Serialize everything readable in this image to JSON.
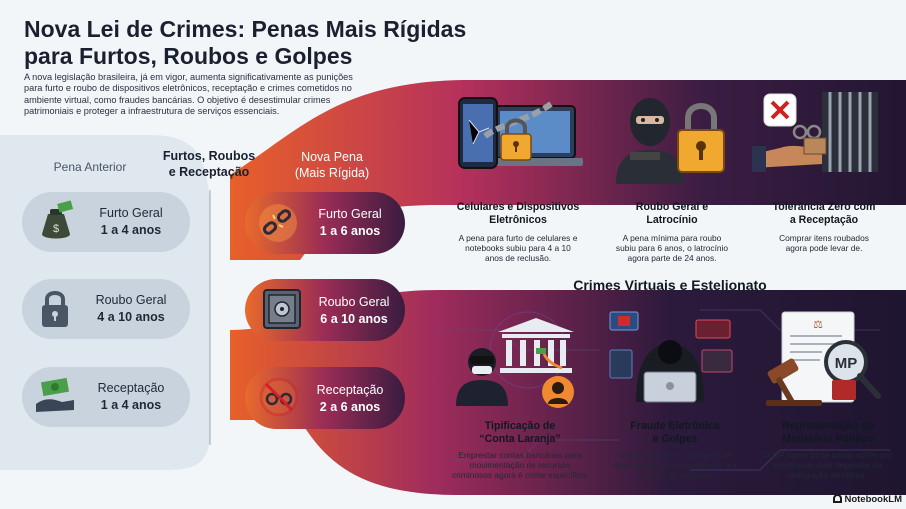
{
  "header": {
    "title_line1": "Nova Lei de Crimes: Penas Mais Rígidas",
    "title_line2": "para Furtos, Roubos e Golpes",
    "intro": "A nova legislação brasileira, já em vigor, aumenta significativamente as punições para furto e roubo de dispositivos eletrônicos, receptação e crimes cometidos no ambiente virtual, como fraudes bancárias. O objetivo é desestimular crimes patrimoniais e proteger a infraestrutura de serviços essenciais."
  },
  "columns": {
    "old_header": "Pena Anterior",
    "mid_header_line1": "Furtos, Roubos",
    "mid_header_line2": "e Receptação",
    "new_header_line1": "Nova Pena",
    "new_header_line2": "(Mais Rígida)"
  },
  "old_penalties": [
    {
      "label": "Furto Geral",
      "value": "1 a 4 anos",
      "icon": "money-bag-icon"
    },
    {
      "label": "Roubo Geral",
      "value": "4 a 10 anos",
      "icon": "padlock-icon"
    },
    {
      "label": "Receptação",
      "value": "1 a 4 anos",
      "icon": "money-hand-icon"
    }
  ],
  "new_penalties": [
    {
      "label": "Furto Geral",
      "value": "1 a 6 anos",
      "icon": "broken-chain-icon"
    },
    {
      "label": "Roubo Geral",
      "value": "6 a 10 anos",
      "icon": "safe-icon"
    },
    {
      "label": "Receptação",
      "value": "2 a 6 anos",
      "icon": "no-handcuffs-icon"
    }
  ],
  "top_cards": [
    {
      "title_line1": "Celulares e Dispositivos",
      "title_line2": "Eletrônicos",
      "body": "A pena para furto de celulares e notebooks subiu para 4 a 10 anos de reclusão.",
      "icon": "chained-devices-icon"
    },
    {
      "title_line1": "Roubo Geral e",
      "title_line2": "Latrocínio",
      "body": "A pena mínima para roubo subiu para 6 anos, o latrocínio agora parte de 24 anos.",
      "icon": "robber-padlock-icon"
    },
    {
      "title_line1": "Tolerância Zero com",
      "title_line2": "a Receptação",
      "body": "Comprar itens roubados agora pode levar de.",
      "icon": "handcuffs-jail-icon"
    }
  ],
  "virtual_section": {
    "title": "Crimes Virtuais e Estelionato",
    "cards": [
      {
        "title_line1": "Tipificação de",
        "title_line2": "“Conta Laranja”",
        "body": "Emprestar contas bancárias para movimentação de recursos criminosos agora é crime específico.",
        "icon": "bank-fraud-icon"
      },
      {
        "title_line1": "Fraude Eletrônica",
        "title_line2": "e Golpes",
        "body": "Golpes virtuais e clonagem de dispositivos agora rendem de 4 a 10 anos de reclusão.",
        "icon": "hacker-laptop-icon"
      },
      {
        "title_line1": "Representação do",
        "title_line2": "Ministério Público",
        "body": "O MP agora pode iniciar ações por estelionato sem depender da delegação da vítima.",
        "icon": "mp-gavel-icon"
      }
    ]
  },
  "footer": {
    "brand": "NotebookLM"
  },
  "colors": {
    "dark_band": "#2a1a3a",
    "orange": "#e8602a",
    "magenta": "#b0305a",
    "pale_blue": "#dfe7ef",
    "lock_gold": "#f0a830"
  }
}
